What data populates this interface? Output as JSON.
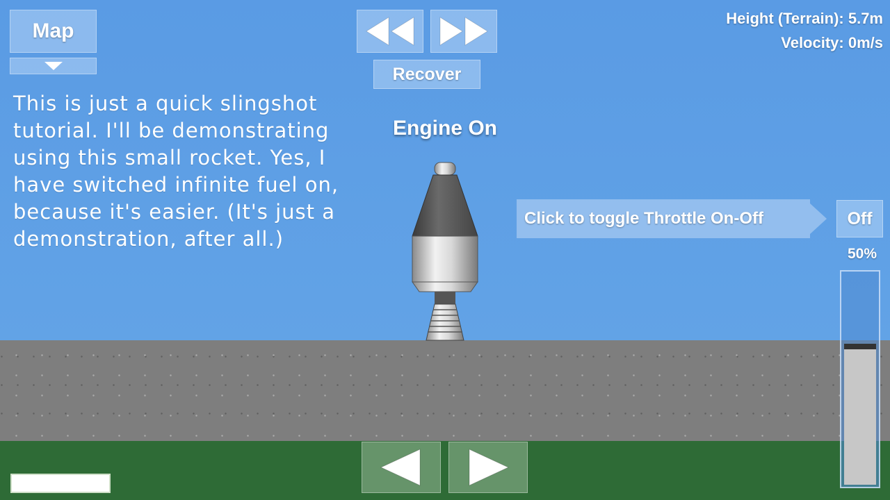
{
  "top_left": {
    "map_label": "Map",
    "expand_icon": "triangle-down-icon"
  },
  "time_controls": {
    "rewind_icon": "double-triangle-left-icon",
    "fast_forward_icon": "double-triangle-right-icon",
    "recover_label": "Recover"
  },
  "hud": {
    "height_label": "Height (Terrain): ",
    "height_value": "5.7m",
    "velocity_label": "Velocity: ",
    "velocity_value": "0m/s"
  },
  "tutorial_text": "This is just a quick slingshot tutorial. I'll be demonstrating using this small rocket. Yes, I have switched infinite fuel on, because it's easier. (It's just a demonstration, after all.)",
  "engine_status": "Engine On",
  "throttle": {
    "tooltip": "Click to toggle Throttle On-Off",
    "toggle_label": "Off",
    "percent_label": "50%",
    "level": 0.64
  },
  "rotation_controls": {
    "left_icon": "triangle-left-icon",
    "right_icon": "triangle-right-icon"
  },
  "colors": {
    "sky": "#5f9fe3",
    "ground": "#7e7e7e",
    "grass": "#2e6b36"
  }
}
